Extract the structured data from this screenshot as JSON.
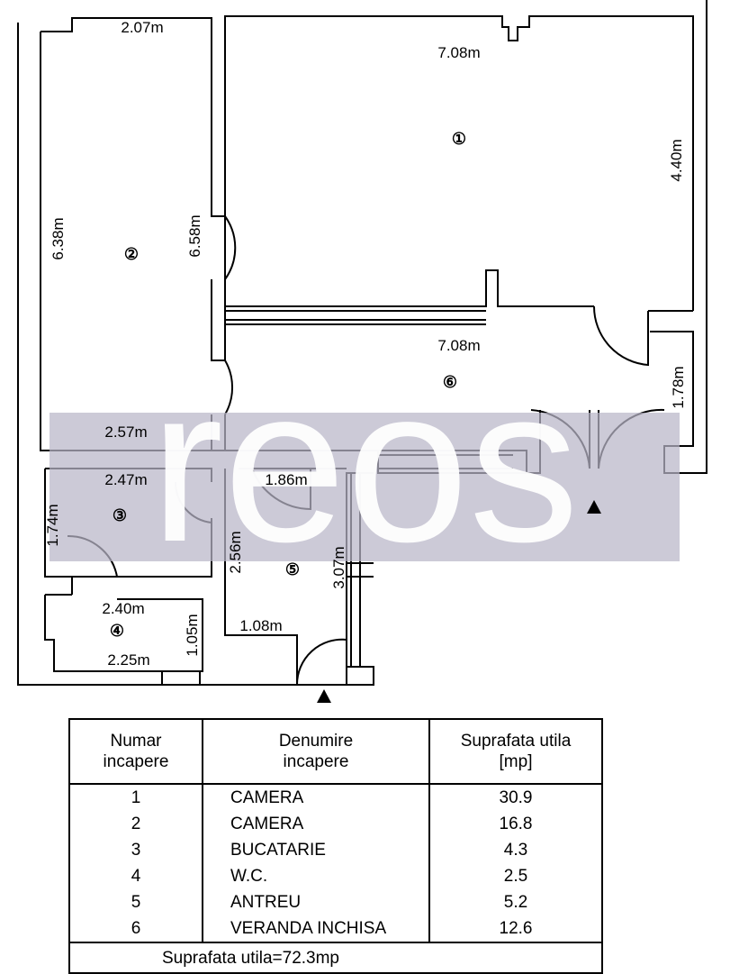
{
  "watermark": {
    "text": "reos"
  },
  "rooms": [
    {
      "number": "①"
    },
    {
      "number": "②"
    },
    {
      "number": "③"
    },
    {
      "number": "④"
    },
    {
      "number": "⑤"
    },
    {
      "number": "⑥"
    }
  ],
  "dimensions": [
    "2.07m",
    "7.08m",
    "4.40m",
    "6.38m",
    "6.58m",
    "7.08m",
    "1.78m",
    "2.57m",
    "2.47m",
    "1.86m",
    "1.74m",
    "2.56m",
    "3.07m",
    "2.40m",
    "1.05m",
    "1.08m",
    "2.25m"
  ],
  "table": {
    "headers": [
      "Numar\nincapere",
      "Denumire\nincapere",
      "Suprafata utila\n[mp]"
    ],
    "rows": [
      {
        "nr": "1",
        "name": "CAMERA",
        "area": "30.9"
      },
      {
        "nr": "2",
        "name": "CAMERA",
        "area": "16.8"
      },
      {
        "nr": "3",
        "name": "BUCATARIE",
        "area": "4.3"
      },
      {
        "nr": "4",
        "name": "W.C.",
        "area": "2.5"
      },
      {
        "nr": "5",
        "name": "ANTREU",
        "area": "5.2"
      },
      {
        "nr": "6",
        "name": "VERANDA INCHISA",
        "area": "12.6"
      }
    ],
    "total": "Suprafata utila=72.3mp"
  }
}
